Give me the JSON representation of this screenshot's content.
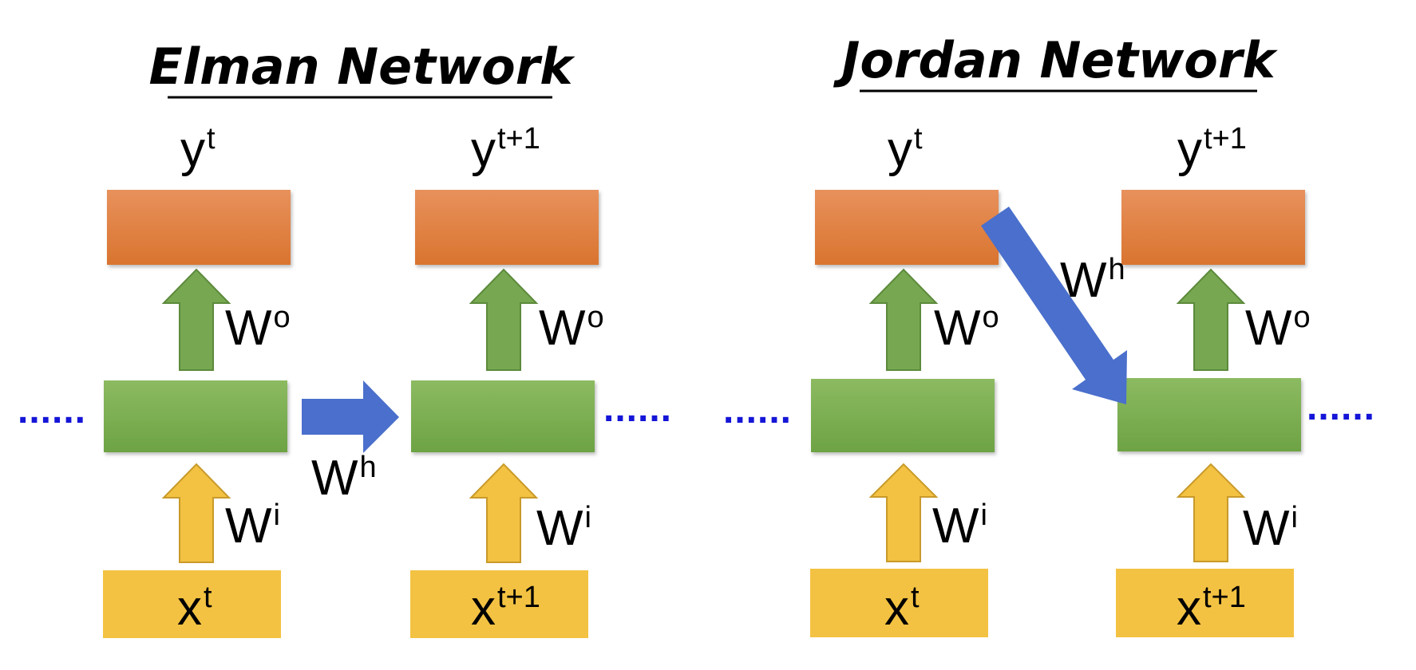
{
  "colors": {
    "output_top": "#E8915C",
    "output_bottom": "#D9742F",
    "hidden_top": "#8CBA61",
    "hidden_bottom": "#6DA344",
    "input_fill": "#F3C242",
    "input_stroke": "#C89A2A",
    "wo_arrow": "#77A851",
    "wo_arrow_stroke": "#5C8A3C",
    "wi_arrow": "#F3C242",
    "wi_arrow_stroke": "#C89A2A",
    "wh_arrow": "#4A6FCC",
    "dots": "#1515D8"
  },
  "networks": [
    {
      "title": "Elman Network",
      "recurrence": "hidden-to-hidden",
      "steps": [
        {
          "output": {
            "base": "y",
            "sup": "t"
          },
          "input": {
            "base": "x",
            "sup": "t"
          },
          "wo": {
            "base": "W",
            "sup": "o"
          },
          "wi": {
            "base": "W",
            "sup": "i"
          }
        },
        {
          "output": {
            "base": "y",
            "sup": "t+1"
          },
          "input": {
            "base": "x",
            "sup": "t+1"
          },
          "wo": {
            "base": "W",
            "sup": "o"
          },
          "wi": {
            "base": "W",
            "sup": "i"
          }
        }
      ],
      "wh": {
        "base": "W",
        "sup": "h"
      },
      "dots": "......"
    },
    {
      "title": "Jordan Network",
      "recurrence": "output-to-hidden",
      "steps": [
        {
          "output": {
            "base": "y",
            "sup": "t"
          },
          "input": {
            "base": "x",
            "sup": "t"
          },
          "wo": {
            "base": "W",
            "sup": "o"
          },
          "wi": {
            "base": "W",
            "sup": "i"
          }
        },
        {
          "output": {
            "base": "y",
            "sup": "t+1"
          },
          "input": {
            "base": "x",
            "sup": "t+1"
          },
          "wo": {
            "base": "W",
            "sup": "o"
          },
          "wi": {
            "base": "W",
            "sup": "i"
          }
        }
      ],
      "wh": {
        "base": "W",
        "sup": "h"
      },
      "dots": "......"
    }
  ]
}
